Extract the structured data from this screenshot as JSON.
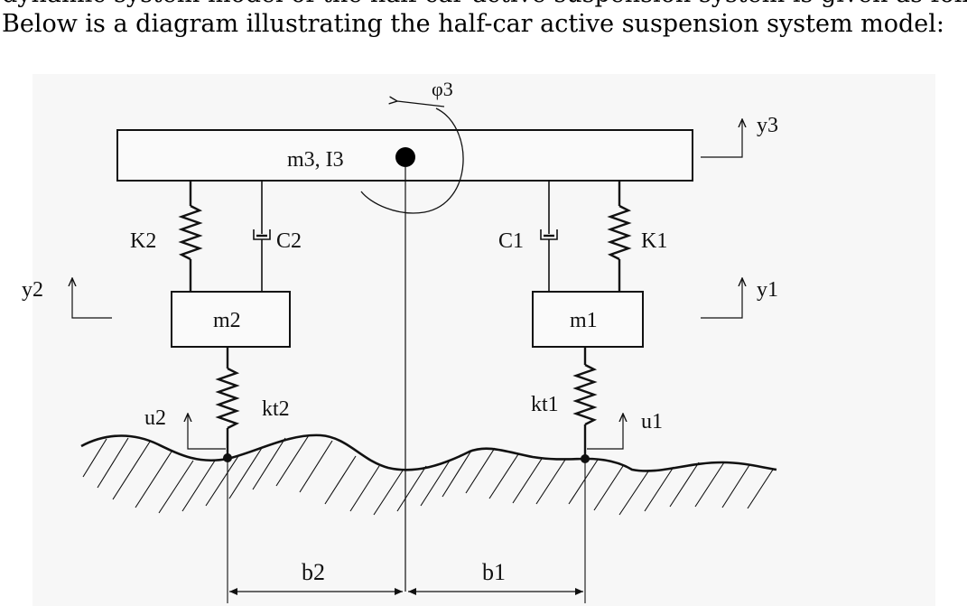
{
  "cut_text": "dynamic system model of the half-car active suspension system is given as follows",
  "caption": "Below is a diagram illustrating the half-car active suspension system model:",
  "labels": {
    "phi3": "φ3",
    "y3": "y3",
    "body": "m3, I3",
    "K2": "K2",
    "C2": "C2",
    "C1": "C1",
    "K1": "K1",
    "y2": "y2",
    "y1": "y1",
    "m2": "m2",
    "m1": "m1",
    "kt2": "kt2",
    "kt1": "kt1",
    "u2": "u2",
    "u1": "u1",
    "b2": "b2",
    "b1": "b1"
  },
  "colors": {
    "ink": "#111111",
    "panel": "#f7f7f7"
  }
}
